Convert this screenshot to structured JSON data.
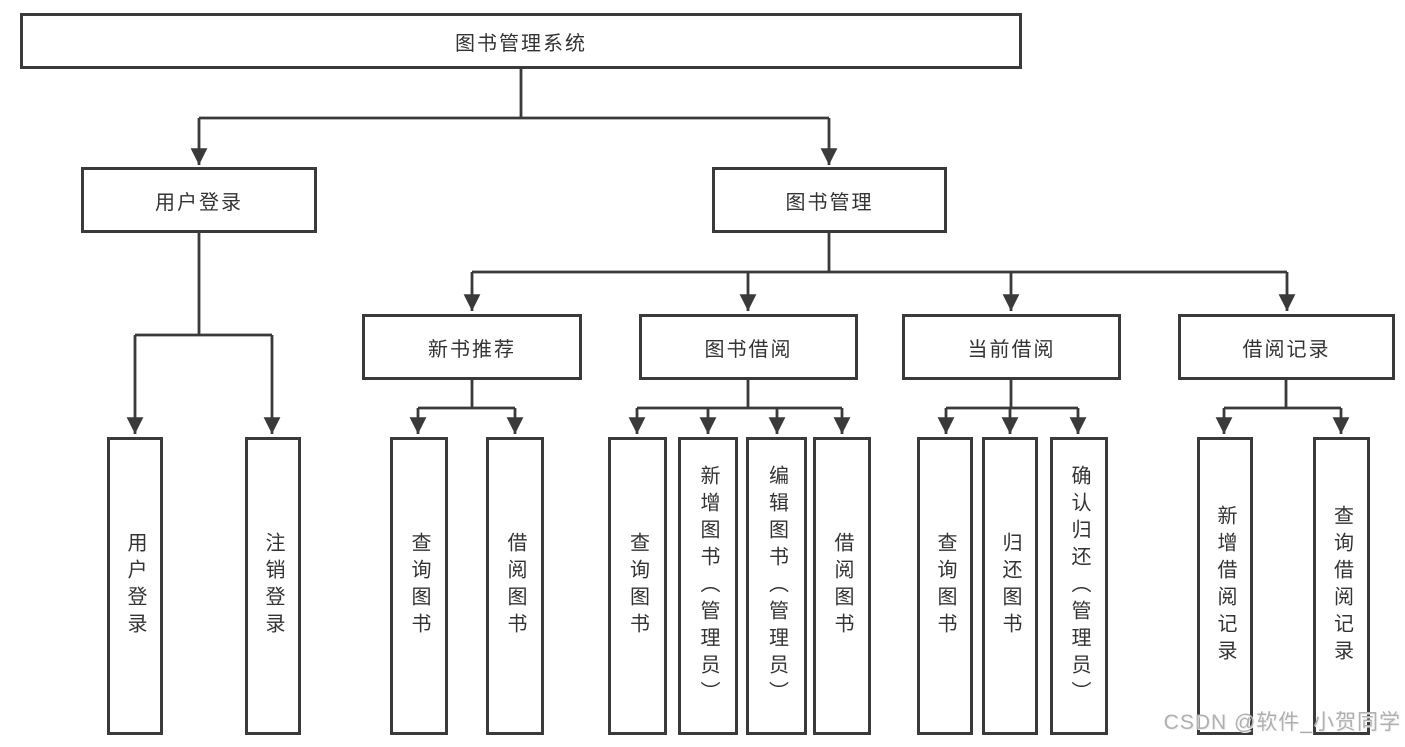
{
  "tree": {
    "root": {
      "label": "图书管理系统"
    },
    "user_login": {
      "label": "用户登录",
      "children": {
        "login": {
          "label": "用户登录"
        },
        "logout": {
          "label": "注销登录"
        }
      }
    },
    "book_management": {
      "label": "图书管理",
      "modules": {
        "new_books": {
          "label": "新书推荐",
          "children": {
            "query": {
              "label": "查询图书"
            },
            "borrow": {
              "label": "借阅图书"
            }
          }
        },
        "borrowing": {
          "label": "图书借阅",
          "children": {
            "query": {
              "label": "查询图书"
            },
            "add": {
              "label": "新增图书（管理员）"
            },
            "edit": {
              "label": "编辑图书（管理员）"
            },
            "borrow": {
              "label": "借阅图书"
            }
          }
        },
        "current": {
          "label": "当前借阅",
          "children": {
            "query": {
              "label": "查询图书"
            },
            "return": {
              "label": "归还图书"
            },
            "confirm": {
              "label": "确认归还（管理员）"
            }
          }
        },
        "records": {
          "label": "借阅记录",
          "children": {
            "add": {
              "label": "新增借阅记录"
            },
            "query": {
              "label": "查询借阅记录"
            }
          }
        }
      }
    }
  },
  "watermark": {
    "text": "CSDN @软件_小贺同学"
  },
  "colors": {
    "line": "#3a3a3a",
    "text": "#333333",
    "watermark": "#b0b0b0",
    "background": "#ffffff"
  }
}
